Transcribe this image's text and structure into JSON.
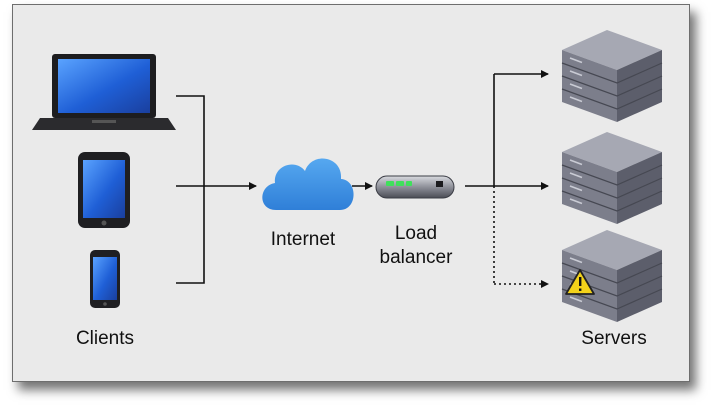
{
  "labels": {
    "clients": "Clients",
    "internet": "Internet",
    "load_balancer_line1": "Load",
    "load_balancer_line2": "balancer",
    "servers": "Servers"
  },
  "colors": {
    "background": "#eaeaea",
    "cloud": "#3c92e3",
    "screen": "#2a62d9",
    "server_top": "#9a9ca6",
    "server_side": "#6f7180",
    "led": "#3fe05b",
    "warning": "#f3d21a",
    "line": "#111111"
  },
  "icons": {
    "laptop": "laptop-icon",
    "tablet": "tablet-icon",
    "phone": "phone-icon",
    "cloud": "cloud-icon",
    "load_balancer": "load-balancer-icon",
    "server": "server-icon",
    "warning": "warning-icon"
  },
  "connections": [
    {
      "from": "laptop",
      "to": "internet",
      "style": "solid"
    },
    {
      "from": "tablet",
      "to": "internet",
      "style": "solid"
    },
    {
      "from": "phone",
      "to": "internet",
      "style": "solid"
    },
    {
      "from": "internet",
      "to": "load-balancer",
      "style": "solid"
    },
    {
      "from": "load-balancer",
      "to": "server-1",
      "style": "solid"
    },
    {
      "from": "load-balancer",
      "to": "server-2",
      "style": "solid"
    },
    {
      "from": "load-balancer",
      "to": "server-3",
      "style": "dotted"
    }
  ],
  "servers": [
    {
      "status": "ok"
    },
    {
      "status": "ok"
    },
    {
      "status": "warning"
    }
  ]
}
